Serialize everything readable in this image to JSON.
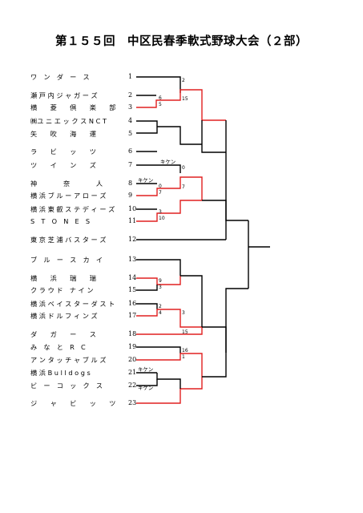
{
  "title": "第１５５回　中区民春季軟式野球大会（２部）",
  "teams": [
    {
      "name": "ワ　ン　ダ　ー　ス",
      "seed": "1"
    },
    {
      "name": "瀬 戸 内 ジ ャ ガ ー ズ",
      "seed": "2"
    },
    {
      "name": "横　　菱　　倶　　楽　　部",
      "seed": "3"
    },
    {
      "name": "㈱ユ ニ エ ッ ク ス N C T",
      "seed": "4"
    },
    {
      "name": "矢　　吹　　海　　運",
      "seed": "5"
    },
    {
      "name": "ラ　　ビ　　ッ　　ツ",
      "seed": "6"
    },
    {
      "name": "ツ　　イ　　ン　　ズ",
      "seed": "7"
    },
    {
      "name": "神　　　　奈　　　　人",
      "seed": "8"
    },
    {
      "name": "横 浜 ブ ル ー ア ロ ー ズ",
      "seed": "9"
    },
    {
      "name": "横 浜 東 叡 ス テ デ ィ ー ズ",
      "seed": "10"
    },
    {
      "name": "S　T　O　N　E　S",
      "seed": "11"
    },
    {
      "name": "東 京 芝 浦 バ ス タ ー ズ",
      "seed": "12"
    },
    {
      "name": "ブ　ル　ー　ス　カ　イ",
      "seed": "13"
    },
    {
      "name": "横　　浜　　瑞　　瑞",
      "seed": "14"
    },
    {
      "name": "ク ラ ウ ド　ナ イ ン",
      "seed": "15"
    },
    {
      "name": "横 浜 ベ イ ス タ ー ダ ス ト",
      "seed": "16"
    },
    {
      "name": "横 浜 ド ル フ ィ ン ズ",
      "seed": "17"
    },
    {
      "name": "ダ　　ガ　　ー　　ス",
      "seed": "18"
    },
    {
      "name": "み　な　と　R　C",
      "seed": "19"
    },
    {
      "name": "ア ン タ ッ チ ャ ブ ル ズ",
      "seed": "20"
    },
    {
      "name": "横 浜 B u l l d o g s",
      "seed": "21"
    },
    {
      "name": "ビ　ー　コ　ッ　ク　ス",
      "seed": "22"
    },
    {
      "name": "ジ　　ャ　　ビ　　ッ　　ツ",
      "seed": "23"
    }
  ],
  "scores": {
    "s1": "2",
    "s2": "15",
    "s3": "6",
    "s4": "5",
    "s5": "0",
    "s6": "7",
    "s7": "0",
    "s8": "7",
    "s9": "3",
    "s10": "10",
    "s11": "9",
    "s12": "3",
    "s13": "2",
    "s14": "4",
    "s15": "3",
    "s16": "15",
    "s17": "16",
    "s18": "1"
  },
  "forfeit_label": "キケン",
  "colors": {
    "winner_line": "#e02020",
    "line": "#000000"
  }
}
